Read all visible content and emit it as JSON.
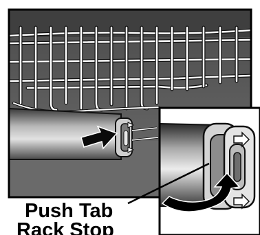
{
  "labels": {
    "line1": "Push Tab",
    "line2": "Rack Stop"
  },
  "colors": {
    "background": "#ffffff",
    "ink": "#000000",
    "tub_dark": "#555555",
    "tub_mid": "#8a8a8a",
    "rail_light": "#d8d8d8",
    "rail_dark": "#2e2e2e"
  },
  "icons": {
    "push_arrow": "black-arrow-right",
    "rotate_arrow": "curved-black-arrow",
    "direction_arrows": "small-outline-arrows-right"
  }
}
